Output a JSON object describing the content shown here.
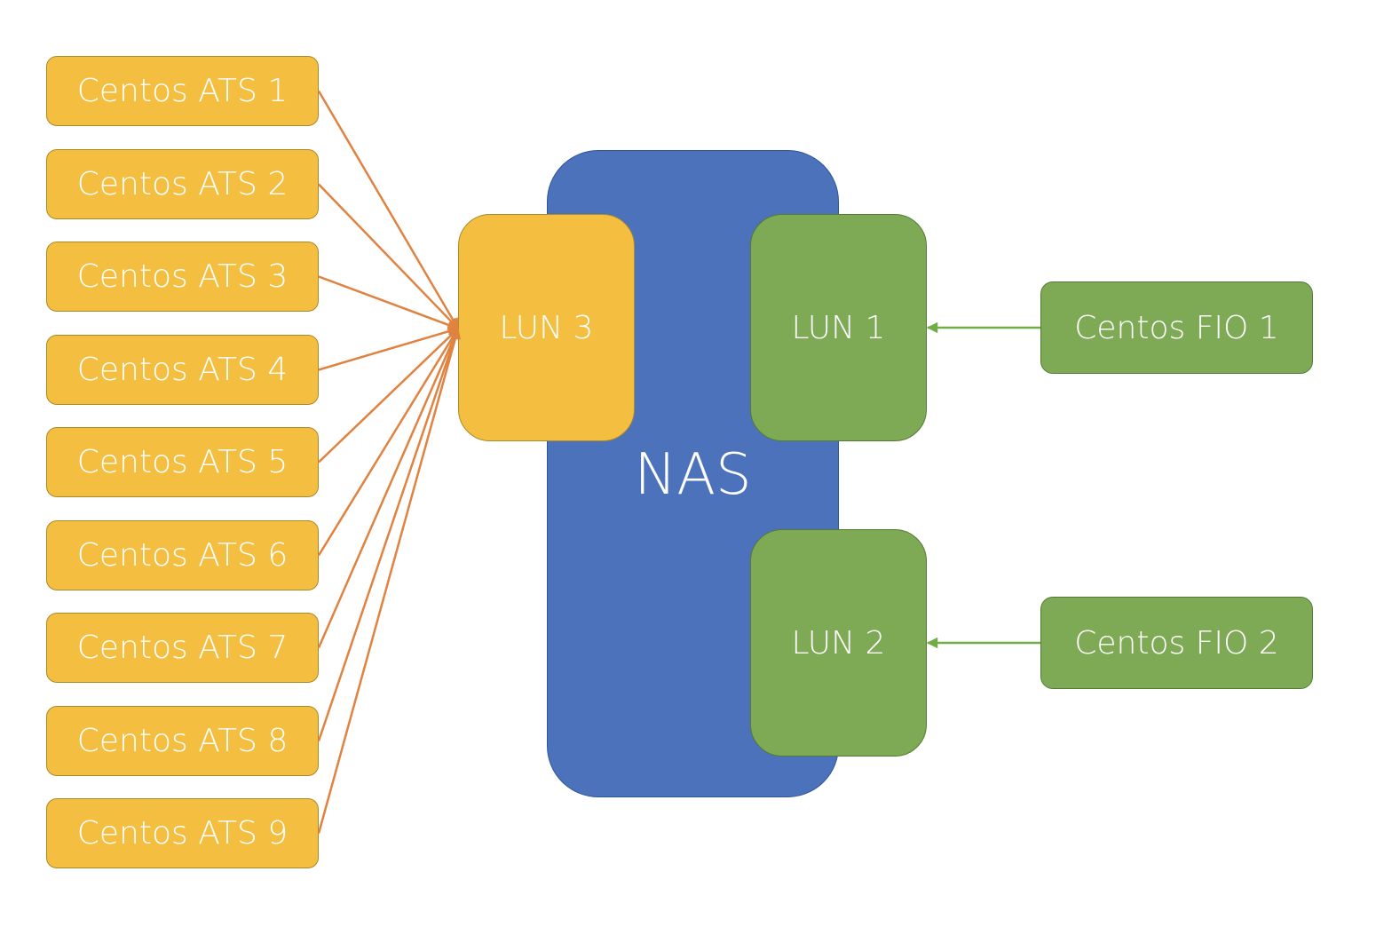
{
  "diagram": {
    "colors": {
      "ats_fill": "#f4bf41",
      "nas_fill": "#4b72bb",
      "lun_green_fill": "#7faa55",
      "ats_connector": "#e08240",
      "fio_connector": "#70ad47"
    },
    "ats_hosts": [
      {
        "label": "Centos ATS 1"
      },
      {
        "label": "Centos ATS 2"
      },
      {
        "label": "Centos ATS 3"
      },
      {
        "label": "Centos ATS 4"
      },
      {
        "label": "Centos ATS 5"
      },
      {
        "label": "Centos ATS 6"
      },
      {
        "label": "Centos ATS 7"
      },
      {
        "label": "Centos ATS 8"
      },
      {
        "label": "Centos ATS 9"
      }
    ],
    "nas": {
      "label": "NAS"
    },
    "luns": {
      "lun3": {
        "label": "LUN 3"
      },
      "lun1": {
        "label": "LUN 1"
      },
      "lun2": {
        "label": "LUN 2"
      }
    },
    "fio_hosts": [
      {
        "label": "Centos FIO 1",
        "target": "LUN 1"
      },
      {
        "label": "Centos FIO 2",
        "target": "LUN 2"
      }
    ],
    "edges": [
      {
        "from": "Centos ATS 1",
        "to": "LUN 3"
      },
      {
        "from": "Centos ATS 2",
        "to": "LUN 3"
      },
      {
        "from": "Centos ATS 3",
        "to": "LUN 3"
      },
      {
        "from": "Centos ATS 4",
        "to": "LUN 3"
      },
      {
        "from": "Centos ATS 5",
        "to": "LUN 3"
      },
      {
        "from": "Centos ATS 6",
        "to": "LUN 3"
      },
      {
        "from": "Centos ATS 7",
        "to": "LUN 3"
      },
      {
        "from": "Centos ATS 8",
        "to": "LUN 3"
      },
      {
        "from": "Centos ATS 9",
        "to": "LUN 3"
      },
      {
        "from": "Centos FIO 1",
        "to": "LUN 1"
      },
      {
        "from": "Centos FIO 2",
        "to": "LUN 2"
      }
    ]
  }
}
